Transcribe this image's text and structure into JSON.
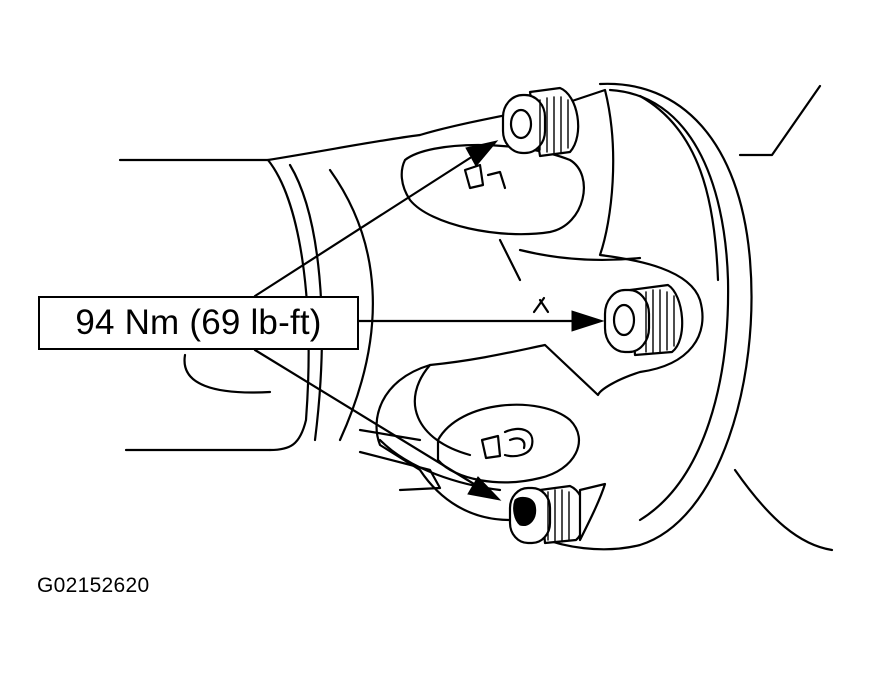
{
  "diagram": {
    "callout_label": "94 Nm (69 lb-ft)",
    "figure_id": "G02152620",
    "arrow_targets": [
      "top-bolt",
      "middle-bolt",
      "bottom-bolt"
    ]
  }
}
